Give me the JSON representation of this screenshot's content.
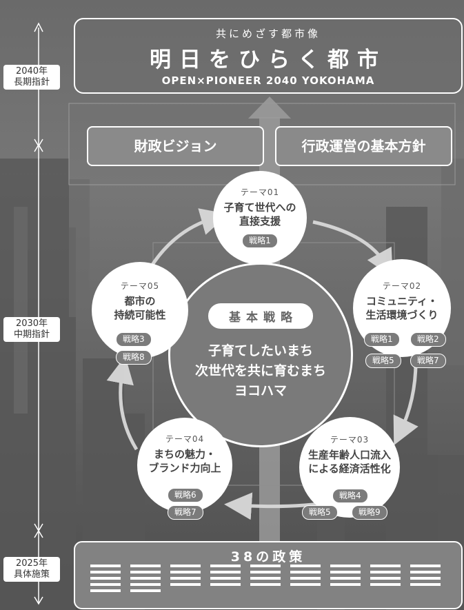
{
  "timeline": [
    {
      "label": "2040年\n長期指針"
    },
    {
      "label": "2030年\n中期指針"
    },
    {
      "label": "2025年\n具体施策"
    }
  ],
  "vision": {
    "subtitle": "共にめざす都市像",
    "title": "明日をひらく都市",
    "english": "OPEN×PIONEER 2040 YOKOHAMA"
  },
  "visions": [
    "財政ビジョン",
    "行政運営の基本方針"
  ],
  "center": {
    "label": "基本戦略",
    "lines": [
      "子育てしたいまち",
      "次世代を共に育むまち",
      "ヨコハマ"
    ]
  },
  "themes": [
    {
      "no": "テーマ01",
      "title_lines": [
        "子育て世代への",
        "直接支援"
      ],
      "strategies": [
        "戦略1"
      ]
    },
    {
      "no": "テーマ02",
      "title_lines": [
        "コミュニティ・",
        "生活環境づくり"
      ],
      "strategies": [
        "戦略1",
        "戦略2",
        "戦略5",
        "戦略7"
      ]
    },
    {
      "no": "テーマ03",
      "title_lines": [
        "生産年齢人口流入",
        "による経済活性化"
      ],
      "strategies": [
        "戦略4",
        "戦略5",
        "戦略9"
      ]
    },
    {
      "no": "テーマ04",
      "title_lines": [
        "まちの魅力・",
        "ブランド力向上"
      ],
      "strategies": [
        "戦略6",
        "戦略7"
      ]
    },
    {
      "no": "テーマ05",
      "title_lines": [
        "都市の",
        "持続可能性"
      ],
      "strategies": [
        "戦略3",
        "戦略8"
      ]
    }
  ],
  "policies": {
    "title": "38の政策"
  },
  "colors": {
    "background": "#5e5e5e",
    "panel": "#ffffff",
    "accent": "#8a8a8a"
  }
}
